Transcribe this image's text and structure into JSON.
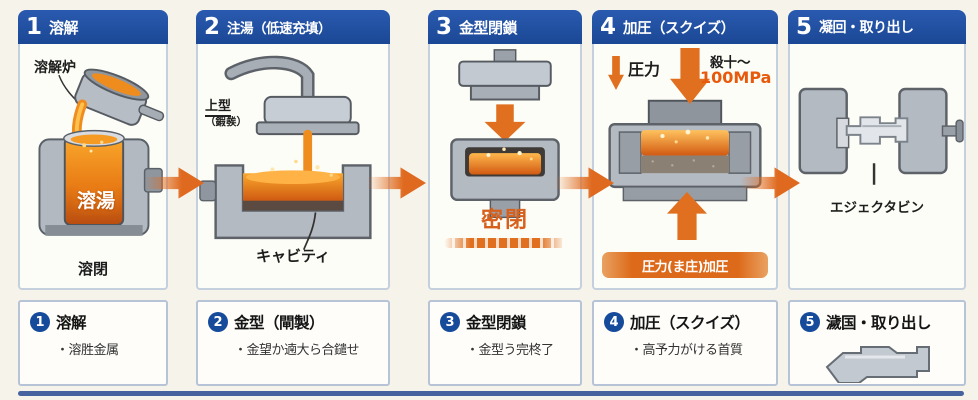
{
  "process": "squeeze-casting-flow",
  "colors": {
    "header_blue": "#1b4895",
    "badge_blue": "#164a9a",
    "accent_orange": "#e0701f",
    "mpa_orange": "#e8590c",
    "sealed_orange": "#d6601c",
    "page_bg": "#f6f3ea",
    "card_border": "#c5d0df"
  },
  "panels": [
    {
      "number": "1",
      "title": "溶解",
      "labels": {
        "furnace": "溶解炉",
        "melt": "溶湯",
        "under": "溶閉"
      },
      "caption": {
        "number": "1",
        "title": "溶解",
        "bullet": "・溶胜金属"
      }
    },
    {
      "number": "2",
      "title": "注湯（低速充填）",
      "labels": {
        "upper_die": "上型",
        "upper_die_sub": "（鍜彂）",
        "cavity": "キャビティ"
      },
      "caption": {
        "number": "2",
        "title": "金型（閘製）",
        "bullet": "・金望か遖大ら合鑓せ"
      }
    },
    {
      "number": "3",
      "title": "金型閉鎖",
      "labels": {
        "sealed": "密閉"
      },
      "caption": {
        "number": "3",
        "title": "金型閉鎖",
        "bullet": "・金型う完柊了"
      }
    },
    {
      "number": "4",
      "title": "加圧（スクイズ）",
      "labels": {
        "pressure": "圧力",
        "range": "殺十〜",
        "mpa": "100MPa",
        "banner": "圧力(ま庄)加圧"
      },
      "caption": {
        "number": "4",
        "title": "加圧（スクイズ）",
        "bullet": "・高予力がける首質"
      }
    },
    {
      "number": "5",
      "title": "凝回・取り出し",
      "labels": {
        "ejector": "エジェクタビン"
      },
      "caption": {
        "number": "5",
        "title": "濊国・取り出し"
      }
    }
  ]
}
